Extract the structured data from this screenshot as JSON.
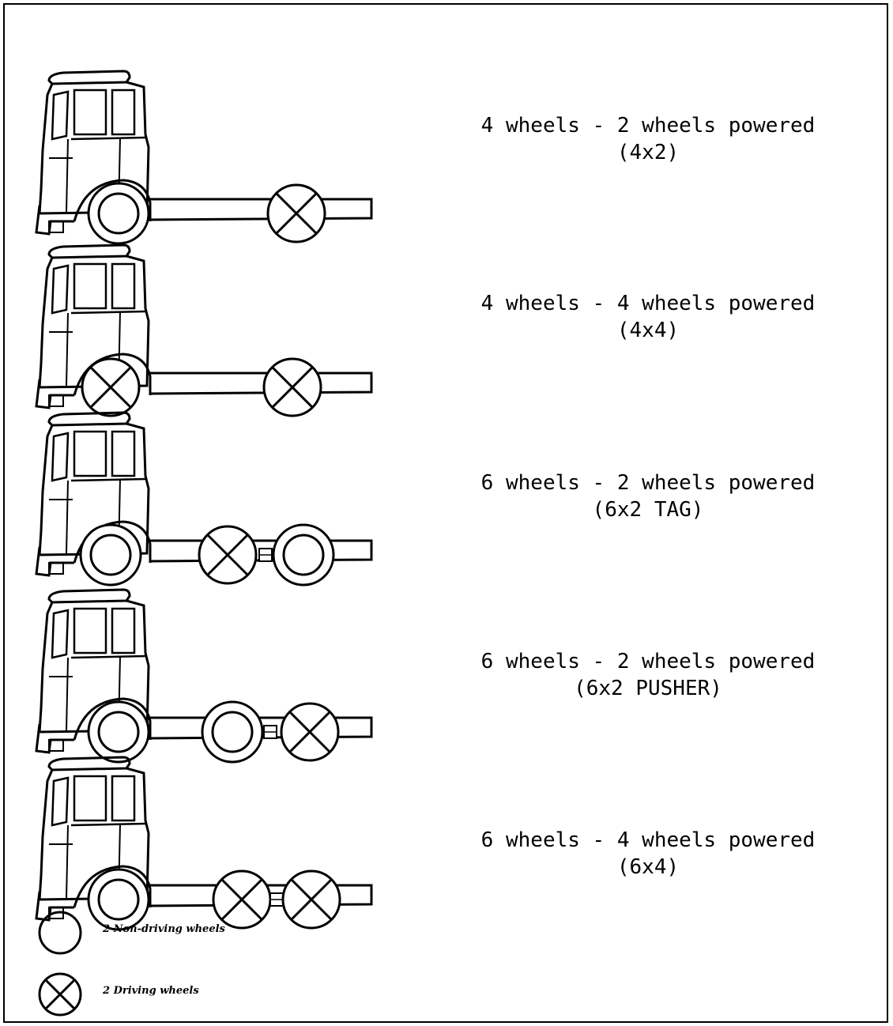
{
  "configurations": [
    {
      "line1": "4 wheels - 2 wheels powered",
      "line2": "(4x2)"
    },
    {
      "line1": "4 wheels - 4 wheels powered",
      "line2": "(4x4)"
    },
    {
      "line1": "6 wheels - 2 wheels powered",
      "line2": "(6x2 TAG)"
    },
    {
      "line1": "6 wheels - 2 wheels powered",
      "line2": "(6x2 PUSHER)"
    },
    {
      "line1": "6 wheels - 4 wheels powered",
      "line2": "(6x4)"
    }
  ],
  "legend": {
    "non_driving": "2 Non-driving wheels",
    "driving": "2 Driving wheels"
  }
}
